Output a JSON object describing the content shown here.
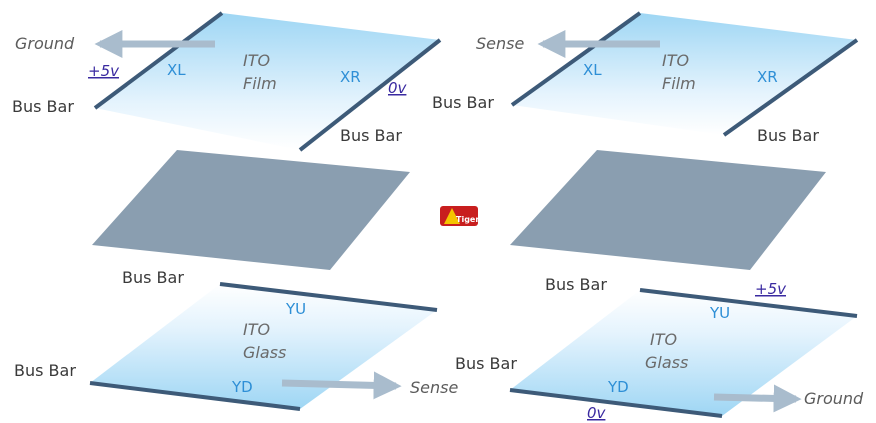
{
  "left": {
    "film": {
      "line1": "ITO",
      "line2": "Film",
      "left_electrode": "XL",
      "right_electrode": "XR",
      "left_voltage": "+5v",
      "right_voltage": "0v",
      "arrow_label": "Ground",
      "bus_bar_left": "Bus Bar",
      "bus_bar_right": "Bus Bar"
    },
    "glass": {
      "line1": "ITO",
      "line2": "Glass",
      "top_electrode": "YU",
      "bottom_electrode": "YD",
      "arrow_label": "Sense",
      "bus_bar_top": "Bus Bar",
      "bus_bar_left": "Bus Bar"
    }
  },
  "right": {
    "film": {
      "line1": "ITO",
      "line2": "Film",
      "left_electrode": "XL",
      "right_electrode": "XR",
      "arrow_label": "Sense",
      "bus_bar_left": "Bus Bar",
      "bus_bar_right": "Bus Bar"
    },
    "glass": {
      "line1": "ITO",
      "line2": "Glass",
      "top_electrode": "YU",
      "bottom_electrode": "YD",
      "top_voltage": "+5v",
      "bottom_voltage": "0v",
      "arrow_label": "Ground",
      "bus_bar_top": "Bus Bar",
      "bus_bar_left": "Bus Bar"
    }
  },
  "logo_text": "Tiger",
  "colors": {
    "bus_bar": "#3d5a78",
    "spacer": "#8a9eb0",
    "film_light": "#eaf6ff",
    "film_dark": "#9fd8f5",
    "arrow": "#a9bccd"
  }
}
